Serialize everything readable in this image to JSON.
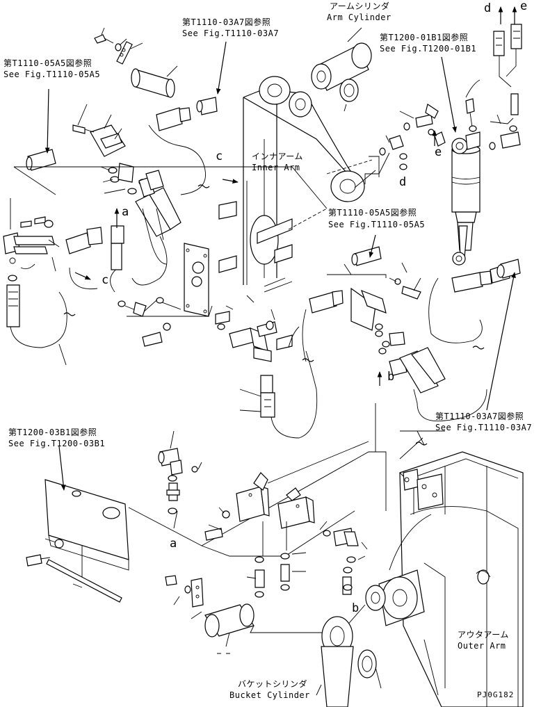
{
  "labels": {
    "arm_cyl_jp": "アームシリンダ",
    "arm_cyl_en": "Arm Cylinder",
    "ref_03a7_top_jp": "第T1110-03A7図参照",
    "ref_03a7_top_en": "See Fig.T1110-03A7",
    "ref_01b1_jp": "第T1200-01B1図参照",
    "ref_01b1_en": "See Fig.T1200-01B1",
    "ref_05a5_left_jp": "第T1110-05A5図参照",
    "ref_05a5_left_en": "See Fig.T1110-05A5",
    "inner_arm_jp": "インナアーム",
    "inner_arm_en": "Inner Arm",
    "ref_05a5_mid_jp": "第T1110-05A5図参照",
    "ref_05a5_mid_en": "See Fig.T1110-05A5",
    "ref_03a7_right_jp": "第T1110-03A7図参照",
    "ref_03a7_right_en": "See Fig.T1110-03A7",
    "ref_03b1_jp": "第T1200-03B1図参照",
    "ref_03b1_en": "See Fig.T1200-03B1",
    "outer_arm_jp": "アウタアーム",
    "outer_arm_en": "Outer Arm",
    "bucket_cyl_jp": "バケットシリンダ",
    "bucket_cyl_en": "Bucket Cylinder",
    "drawing_code": "PJ0G182"
  },
  "markers": {
    "a": "a",
    "b": "b",
    "c": "c",
    "d": "d",
    "e": "e"
  }
}
